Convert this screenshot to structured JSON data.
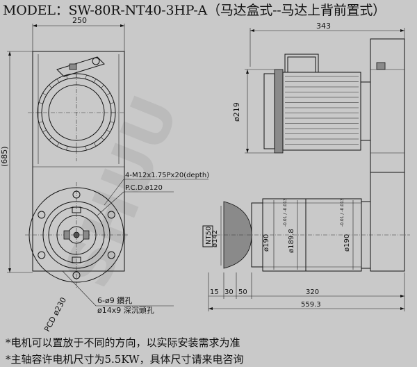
{
  "title": "MODEL：SW-80R-NT40-3HP-A（马达盒式--马达上背前置式）",
  "watermark": "SHUU",
  "dimensions": {
    "front_width": "250",
    "front_height": "(685)",
    "side_length": "343",
    "motor_dia": "ø219",
    "thread": "4-M12x1.75Px20(depth)",
    "pcd_small": "P.C.D.ø120",
    "pcd_large": "PCD ø230",
    "holes": "6-ø9 鑽孔",
    "counterbore": "ø14x9 深沉頭孔",
    "taper": "NT50",
    "d142": "ø142",
    "d190a": "ø190",
    "d189": "ø189.8",
    "d190b": "ø190",
    "len15": "15",
    "len30": "30",
    "len50": "50",
    "len320": "320",
    "len559": "559.3",
    "tol": "-0.01 / -0.013"
  },
  "notes": [
    "*电机可以置放于不同的方向，以实际安装需求为准",
    "*主轴容许电机尺寸为5.5KW，具体尺寸请来电咨询"
  ]
}
